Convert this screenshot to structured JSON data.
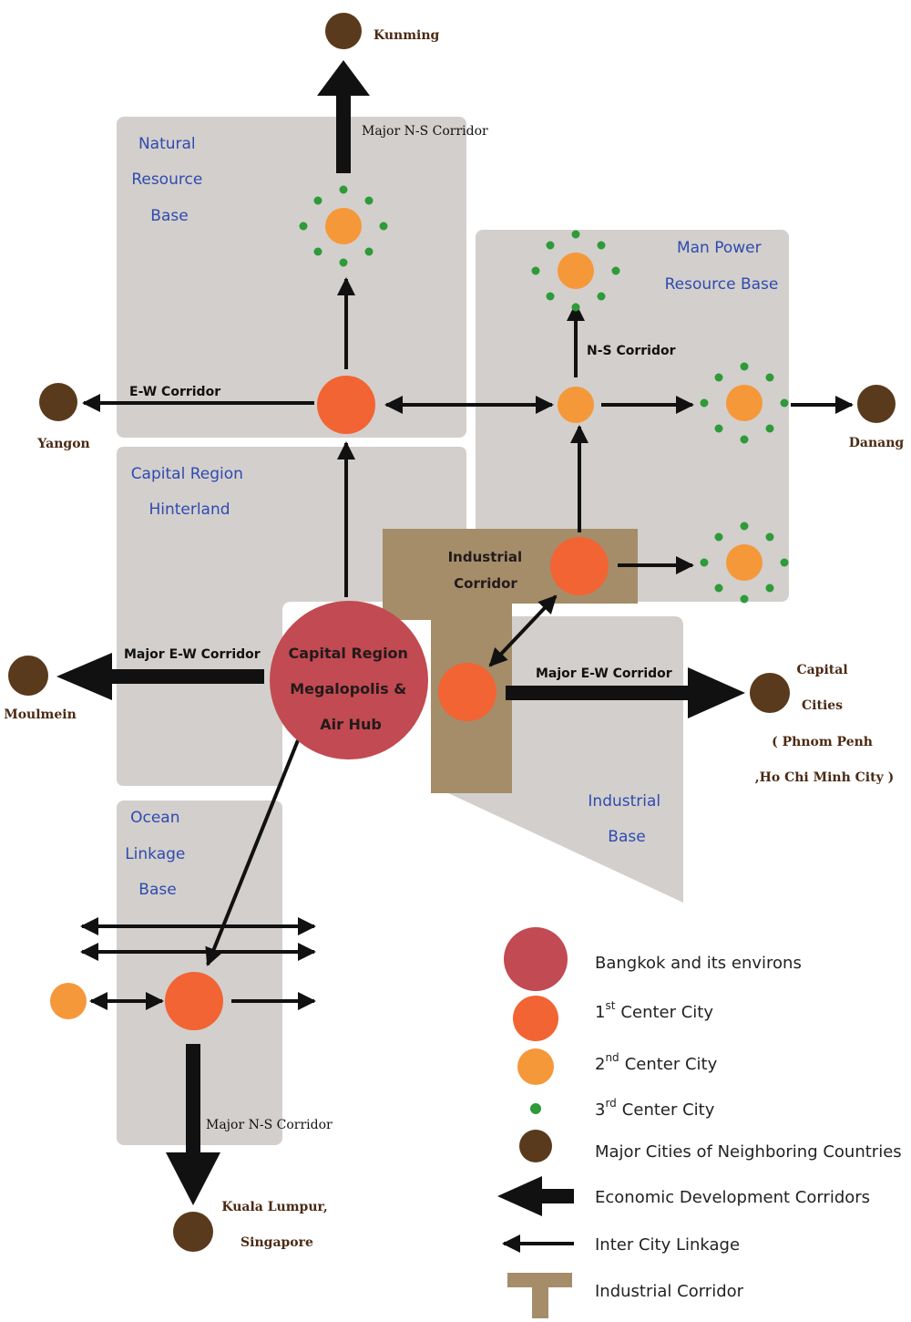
{
  "regions": {
    "natural": [
      "Natural",
      "Resource",
      "Base"
    ],
    "manpower": [
      "Man Power",
      "Resource Base"
    ],
    "capital_hinterland": [
      "Capital Region",
      "Hinterland"
    ],
    "ocean": [
      "Ocean",
      "Linkage",
      "Base"
    ],
    "industrial_base": [
      "Industrial",
      "Base"
    ],
    "industrial_corridor": [
      "Industrial",
      "Corridor"
    ]
  },
  "hub": [
    "Capital Region",
    "Megalopolis &",
    "Air Hub"
  ],
  "cities": {
    "kunming": "Kunming",
    "yangon": "Yangon",
    "danang": "Danang",
    "moulmein": "Moulmein",
    "capital_cities": [
      "Capital",
      "Cities",
      "( Phnom Penh",
      ",Ho Chi Minh City )"
    ],
    "kuala_lumpur": [
      "Kuala Lumpur,",
      "Singapore"
    ]
  },
  "corridors": {
    "major_ns_top": "Major N-S Corridor",
    "ew": "E-W Corridor",
    "ns": "N-S Corridor",
    "major_ew_left": "Major E-W Corridor",
    "major_ew_right": "Major E-W Corridor",
    "major_ns_bottom": "Major N-S Corridor"
  },
  "legend": {
    "bangkok": "Bangkok and its environs",
    "first": {
      "num": "1",
      "sup": "st",
      "text": "Center City"
    },
    "second": {
      "num": "2",
      "sup": "nd",
      "text": "Center City"
    },
    "third": {
      "num": "3",
      "sup": "rd",
      "text": "Center City"
    },
    "neighbors": "Major Cities of Neighboring Countries",
    "econ": "Economic Development Corridors",
    "intercity": "Inter City Linkage",
    "industrial": "Industrial Corridor"
  },
  "colors": {
    "region_fill": "#d3cfcc",
    "industrial_fill": "#a58d6a",
    "hub": "#c24a52",
    "first_center": "#f26433",
    "second_center": "#f5983a",
    "third_center": "#2e9a3a",
    "neighbor": "#5a3a1c",
    "region_label": "#2e4bb0"
  }
}
